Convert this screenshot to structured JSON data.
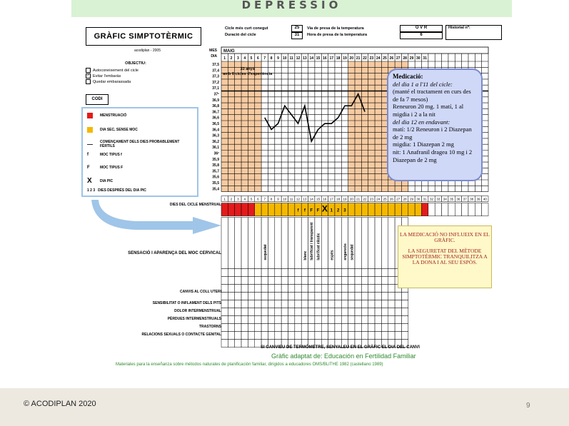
{
  "banner": "DEPRESSIÓ",
  "chart": {
    "title": "GRÀFIC SIMPTOTÈRMIC",
    "meta": "acodiplan - 2005",
    "header": {
      "labels": [
        "Cicle més curt conegut",
        "Duració del cicle",
        "Via de presa de la temperatura",
        "Hora de presa de la temperatura",
        "Historial nº:"
      ],
      "shortest_cycle": "25",
      "cycle_length": "31",
      "temp_route": "O   V   R",
      "temp_time": "6"
    },
    "objectives": {
      "title": "OBJECTIU:",
      "items": [
        "Autoconeixement del cicle",
        "Evitar l'embaràs",
        "Quedar embarassada"
      ]
    },
    "codi_label": "CODI",
    "legend": [
      {
        "label": "MENSTRUACIÓ",
        "color": "#e31b1b"
      },
      {
        "label": "DIA SEC, SENSE MOC",
        "color": "#f5b800"
      },
      {
        "label": "COMENÇAMENT DELS DIES PROBABLEMENT FÈRTILS"
      },
      {
        "label": "MOC TIPUS f"
      },
      {
        "label": "MOC TIPUS F"
      },
      {
        "label": "DIA PIC"
      },
      {
        "label": "DIES DESPRÉS DEL DIA PIC"
      }
    ],
    "legend_glyphs": [
      "—",
      "f",
      "F",
      "X",
      "1 2 3"
    ],
    "grid": {
      "mes_label": "MES",
      "dia_label": "DIA",
      "month": "MAIG",
      "temps": [
        "37,5",
        "37,4",
        "37,3",
        "37,2",
        "37,1",
        "37º",
        "36,9",
        "36,8",
        "36,7",
        "36,6",
        "36,5",
        "36,4",
        "36,3",
        "36,2",
        "36,1",
        "36º",
        "35,9",
        "35,8",
        "35,7",
        "35,6",
        "35,5",
        "35,4"
      ],
      "day_numbers": [
        "1",
        "2",
        "3",
        "4",
        "5",
        "6",
        "7",
        "8",
        "9",
        "10",
        "11",
        "12",
        "13",
        "14",
        "15",
        "16",
        "17",
        "18",
        "19",
        "20",
        "21",
        "22",
        "23",
        "24",
        "25",
        "26",
        "27",
        "28",
        "29",
        "30",
        "31"
      ],
      "age_note": "33 anys amb 6 cicles d'experiència",
      "temperature_series": [
        {
          "day": 7,
          "value": 36.6
        },
        {
          "day": 8,
          "value": 36.4
        },
        {
          "day": 9,
          "value": 36.5
        },
        {
          "day": 10,
          "value": 36.8
        },
        {
          "day": 12,
          "value": 36.5
        },
        {
          "day": 13,
          "value": 36.8
        },
        {
          "day": 14,
          "value": 36.2
        },
        {
          "day": 15,
          "value": 36.4
        },
        {
          "day": 16,
          "value": 36.5
        },
        {
          "day": 17,
          "value": 36.5
        },
        {
          "day": 18,
          "value": 36.6
        },
        {
          "day": 19,
          "value": 36.8
        },
        {
          "day": 20,
          "value": 36.8
        },
        {
          "day": 21,
          "value": 37.0
        },
        {
          "day": 22,
          "value": 36.7
        }
      ]
    },
    "rows": {
      "cycle_days": "DIES DEL CICLE MENSTRUAL",
      "mucus": "SENSACIÓ I APARENÇA DEL MOC CERVICAL",
      "cervix": "CANVIS AL COLL UTERI",
      "breast": "SENSIBILITAT O INFLAMENT DELS PITS",
      "pain": "DOLOR INTERMENSTRUAL",
      "spotting": "PÈRDUES INTERMENSTRUALS",
      "disorders": "TRASTORNS",
      "relations": "RELACIONS SEXUALS O CONTACTE GENITAL"
    },
    "marks": {
      "cycle_codes": [
        "f",
        "f",
        "F",
        "F",
        "X",
        "1",
        "2",
        "3"
      ],
      "mucus_words": [
        "sequedat",
        "blanc",
        "lubrificat i transparent",
        "lubrificat elàstic",
        "espès",
        "enganxós",
        "sequedat"
      ]
    },
    "medication": {
      "title": "Medicació:",
      "lines": [
        {
          "text": "del dia 1 a l'11 del cicle:",
          "italic": true
        },
        {
          "text": "(manté el tractament en curs des de fa 7 mesos)",
          "italic": false
        },
        {
          "text": "Reneuron 20 mg. 1 matí, 1 al migdia i 2 a la nit",
          "italic": false
        },
        {
          "text": "del dia 12 en endavant:",
          "italic": true
        },
        {
          "text": "matí: 1/2 Reneuron i 2 Diazepan de 2 mg",
          "italic": false
        },
        {
          "text": "migdia: 1 Diazepan 2 mg",
          "italic": false
        },
        {
          "text": "nit: 1 Anafranil dragea 10 mg i 2 Diazepan de 2 mg",
          "italic": false
        }
      ]
    },
    "note": {
      "line1": "LA MEDICACIÓ NO INFLUEIX EN EL GRÀFIC.",
      "line2": "LA SEGURETAT DEL MÈTODE SIMPTOTÈRMIC TRANQUILITZA A LA DONA I AL SEU ESPÒS."
    },
    "footer": {
      "thermometer": "SI CANVIEU DE TERMÒMETRE, SENYALEU EN EL GRÀFIC EL DIA DEL CANVI",
      "adapted": "Gràfic adaptat de:  Educación en Fertilidad Familiar",
      "materials": "Materiales para la enseñanza sobre métodos naturales de planificación familiar, dirigidos a educadores OMS/BLITHE 1982 (castellano 1989)"
    }
  },
  "slide": {
    "copyright": "© ACODIPLAN 2020",
    "page_number": "9"
  },
  "colors": {
    "menstruation": "#e31b1b",
    "dry": "#f5b800",
    "fertile_shade": "#f6caa1",
    "banner_bg": "#d9f2d4",
    "arrow": "#9fc5e8"
  }
}
